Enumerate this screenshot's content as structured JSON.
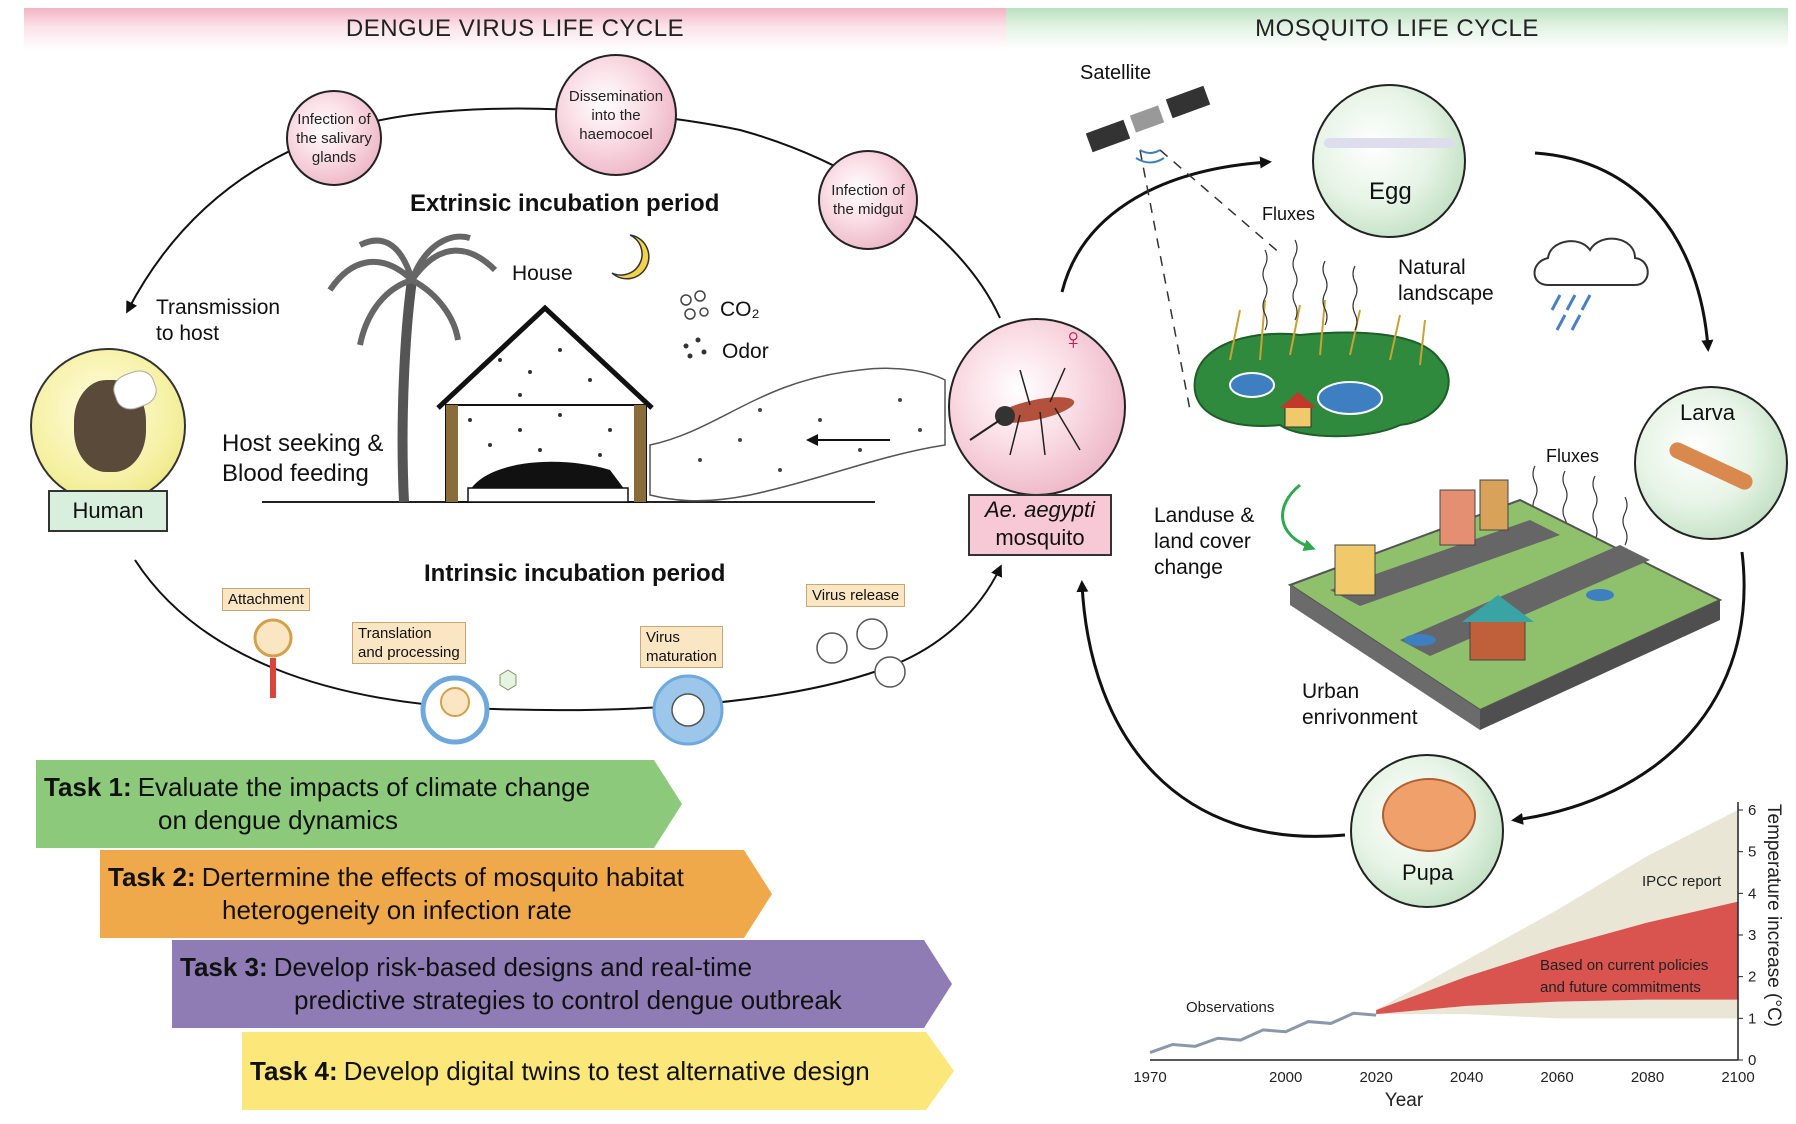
{
  "headers": {
    "left": "DENGUE VIRUS LIFE CYCLE",
    "right": "MOSQUITO LIFE CYCLE"
  },
  "dengue_cycle": {
    "stage_salivary": "Infection of the salivary glands",
    "stage_haemocoel": "Dissemination into the haemocoel",
    "stage_midgut": "Infection of the midgut",
    "extrinsic_title": "Extrinsic incubation period",
    "intrinsic_title": "Intrinsic incubation period",
    "transmission_line1": "Transmission",
    "transmission_line2": "to host",
    "host_seeking_line1": "Host seeking &",
    "host_seeking_line2": "Blood feeding",
    "human_label": "Human",
    "house_label": "House",
    "co2_label": "CO₂",
    "odor_label": "Odor",
    "mosquito_line1": "Ae. aegypti",
    "mosquito_line2": "mosquito",
    "female_symbol": "♀"
  },
  "virus_steps": {
    "attachment": "Attachment",
    "translation_line1": "Translation",
    "translation_line2": "and processing",
    "maturation_line1": "Virus",
    "maturation_line2": "maturation",
    "release": "Virus release"
  },
  "mosquito_cycle": {
    "satellite": "Satellite",
    "egg": "Egg",
    "larva": "Larva",
    "pupa": "Pupa",
    "fluxes_top": "Fluxes",
    "fluxes_urban": "Fluxes",
    "natural_line1": "Natural",
    "natural_line2": "landscape",
    "landuse_line1": "Landuse &",
    "landuse_line2": "land cover",
    "landuse_line3": "change",
    "urban_line1": "Urban",
    "urban_line2": "enrivonment"
  },
  "tasks": [
    {
      "num": "Task 1:",
      "line1": "Evaluate the impacts of climate change",
      "line2": "on dengue dynamics",
      "color": "#8cc97a"
    },
    {
      "num": "Task 2:",
      "line1": "Dertermine the effects of mosquito habitat",
      "line2": "heterogeneity on infection rate",
      "color": "#f0a94a"
    },
    {
      "num": "Task 3:",
      "line1": "Develop risk-based designs and real-time",
      "line2": "predictive strategies to control dengue outbreak",
      "color": "#8f7cb4"
    },
    {
      "num": "Task 4:",
      "line1": "Develop digital twins to test alternative design",
      "line2": "",
      "color": "#fbe77a"
    }
  ],
  "chart_data": {
    "type": "area",
    "xlabel": "Year",
    "ylabel": "Temperature increase (°C)",
    "xlim": [
      1970,
      2100
    ],
    "ylim": [
      0,
      6
    ],
    "x_ticks": [
      "1970",
      "2000",
      "2020",
      "2040",
      "2060",
      "2080",
      "2100"
    ],
    "y_ticks": [
      "0",
      "1",
      "2",
      "3",
      "4",
      "5",
      "6"
    ],
    "series": [
      {
        "name": "Observations",
        "type": "line",
        "color": "#8a98a8",
        "x": [
          1970,
          1975,
          1980,
          1985,
          1990,
          1995,
          2000,
          2005,
          2010,
          2015,
          2020
        ],
        "y": [
          0.25,
          0.3,
          0.4,
          0.45,
          0.55,
          0.65,
          0.75,
          0.85,
          0.95,
          1.05,
          1.15
        ]
      },
      {
        "name": "IPCC report",
        "type": "band",
        "color": "#e9e6d6",
        "x": [
          2020,
          2040,
          2060,
          2080,
          2100
        ],
        "low": [
          1.1,
          1.1,
          1.0,
          1.0,
          1.0
        ],
        "high": [
          1.2,
          2.4,
          3.6,
          4.9,
          6.0
        ]
      },
      {
        "name": "Based on current policies and future commitments",
        "type": "band",
        "color": "#d9534f",
        "x": [
          2020,
          2040,
          2060,
          2080,
          2100
        ],
        "low": [
          1.1,
          1.3,
          1.4,
          1.45,
          1.45
        ],
        "high": [
          1.2,
          2.0,
          2.7,
          3.3,
          3.8
        ]
      }
    ],
    "annotations": [
      "IPCC report",
      "Based on current policies",
      "and future commitments",
      "Observations"
    ]
  },
  "colors": {
    "pink_bubble": "#e6a0b6",
    "green_bubble": "#a9d3ab",
    "tag_bg": "#fbe6c3",
    "human_box": "#d7efdc",
    "mosquito_box": "#f7c9d6"
  }
}
